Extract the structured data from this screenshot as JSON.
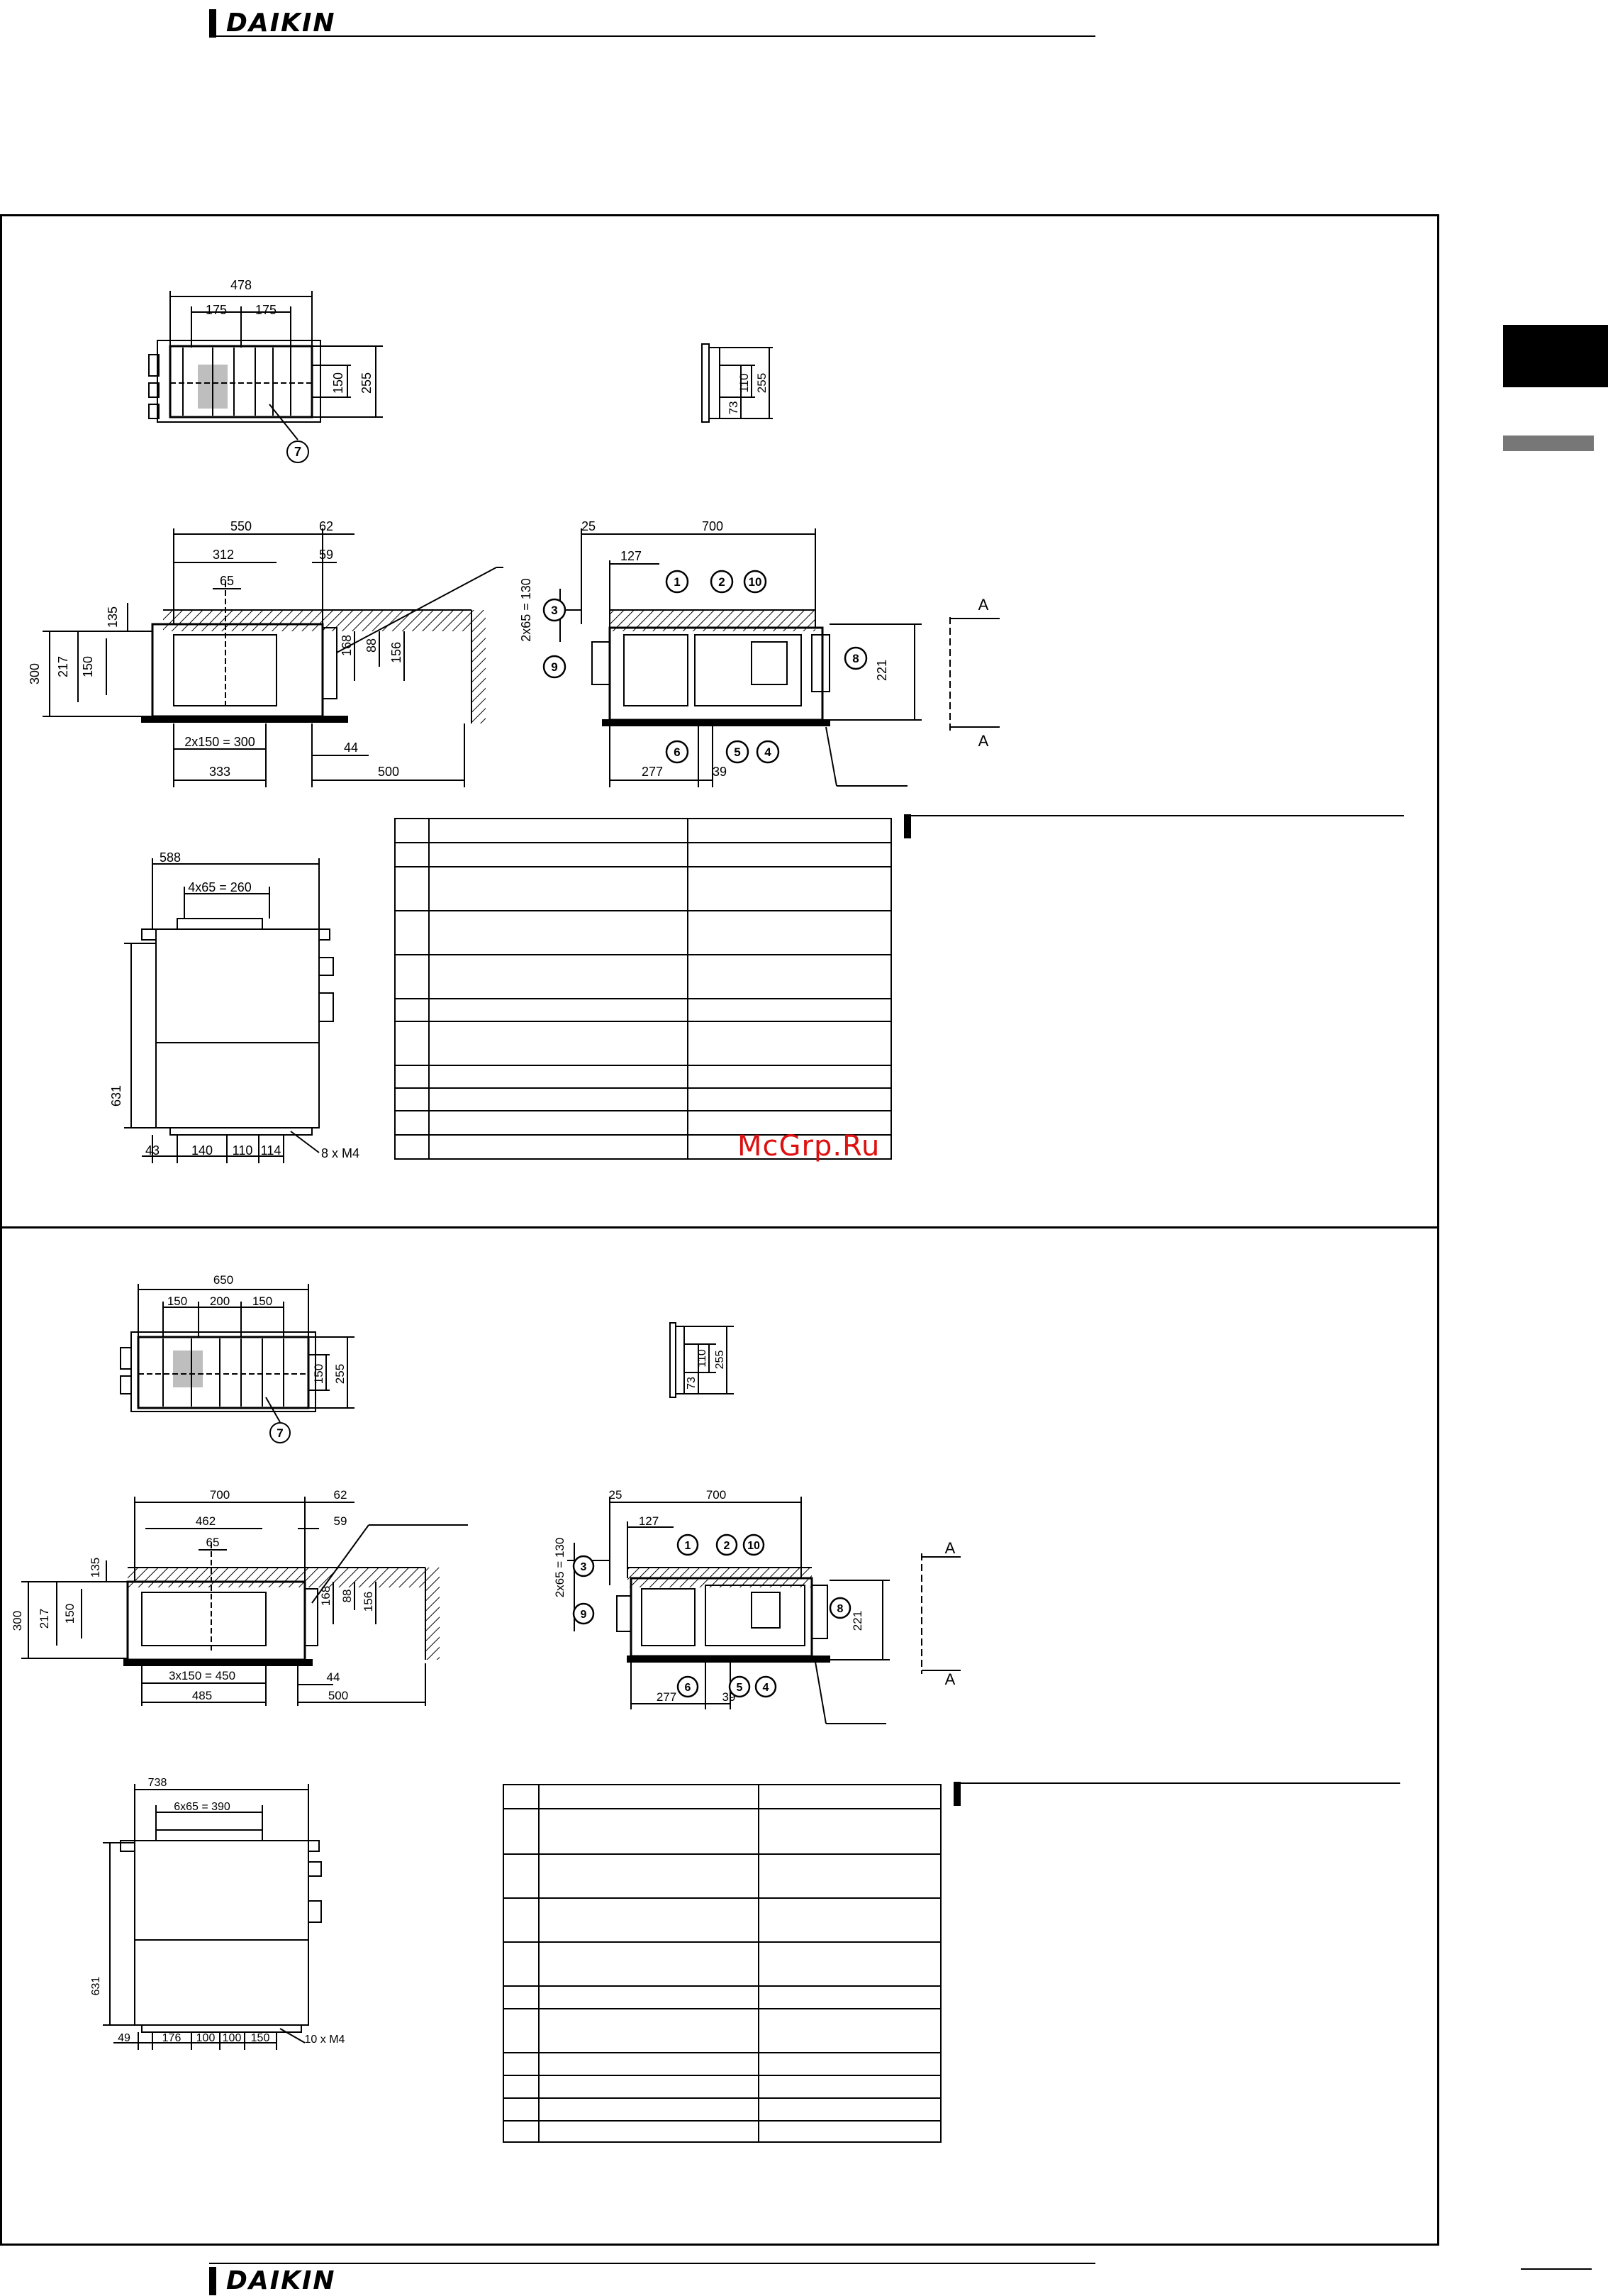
{
  "brand": {
    "name": "DAIKIN"
  },
  "watermark": "McGrp.Ru",
  "unit_a": {
    "top_view": {
      "w": "478",
      "seg1": "175",
      "seg2": "175",
      "h1": "150",
      "h2": "255",
      "callout": "7"
    },
    "side_small": {
      "d1": "73",
      "d2": "110",
      "d3": "255"
    },
    "front": {
      "w1": "550",
      "w2": "62",
      "w3": "312",
      "w4": "59",
      "w5": "65",
      "h1": "135",
      "h2": "300",
      "h3": "217",
      "h4": "150",
      "h5": "168",
      "h6": "88",
      "h7": "156",
      "b1": "2x150 = 300",
      "b2": "44",
      "b3": "333",
      "b4": "500"
    },
    "side": {
      "w1": "25",
      "w2": "700",
      "w3": "127",
      "v1": "2x65 = 130",
      "h1": "221",
      "b1": "277",
      "b2": "39",
      "section": "A"
    },
    "bottom": {
      "w1": "588",
      "w2": "4x65 = 260",
      "h1": "631",
      "b1": "43",
      "b2": "140",
      "b3": "110",
      "b4": "114",
      "bolts": "8 x M4"
    },
    "callouts": [
      "1",
      "2",
      "3",
      "4",
      "5",
      "6",
      "8",
      "9",
      "10"
    ]
  },
  "unit_b": {
    "top_view": {
      "w": "650",
      "seg1": "150",
      "seg2": "200",
      "seg3": "150",
      "h1": "150",
      "h2": "255",
      "callout": "7"
    },
    "side_small": {
      "d1": "73",
      "d2": "110",
      "d3": "255"
    },
    "front": {
      "w1": "700",
      "w2": "62",
      "w3": "462",
      "w4": "59",
      "w5": "65",
      "h1": "135",
      "h2": "300",
      "h3": "217",
      "h4": "150",
      "h5": "168",
      "h6": "88",
      "h7": "156",
      "b1": "3x150 = 450",
      "b2": "44",
      "b3": "485",
      "b4": "500"
    },
    "side": {
      "w1": "25",
      "w2": "700",
      "w3": "127",
      "v1": "2x65 = 130",
      "h1": "221",
      "b1": "277",
      "b2": "39",
      "section": "A"
    },
    "bottom": {
      "w1": "738",
      "w2": "6x65 = 390",
      "h1": "631",
      "b1": "49",
      "b2": "176",
      "b3": "100",
      "b4": "100",
      "b5": "150",
      "bolts": "10 x M4"
    },
    "callouts": [
      "1",
      "2",
      "3",
      "4",
      "5",
      "6",
      "8",
      "9",
      "10"
    ]
  }
}
